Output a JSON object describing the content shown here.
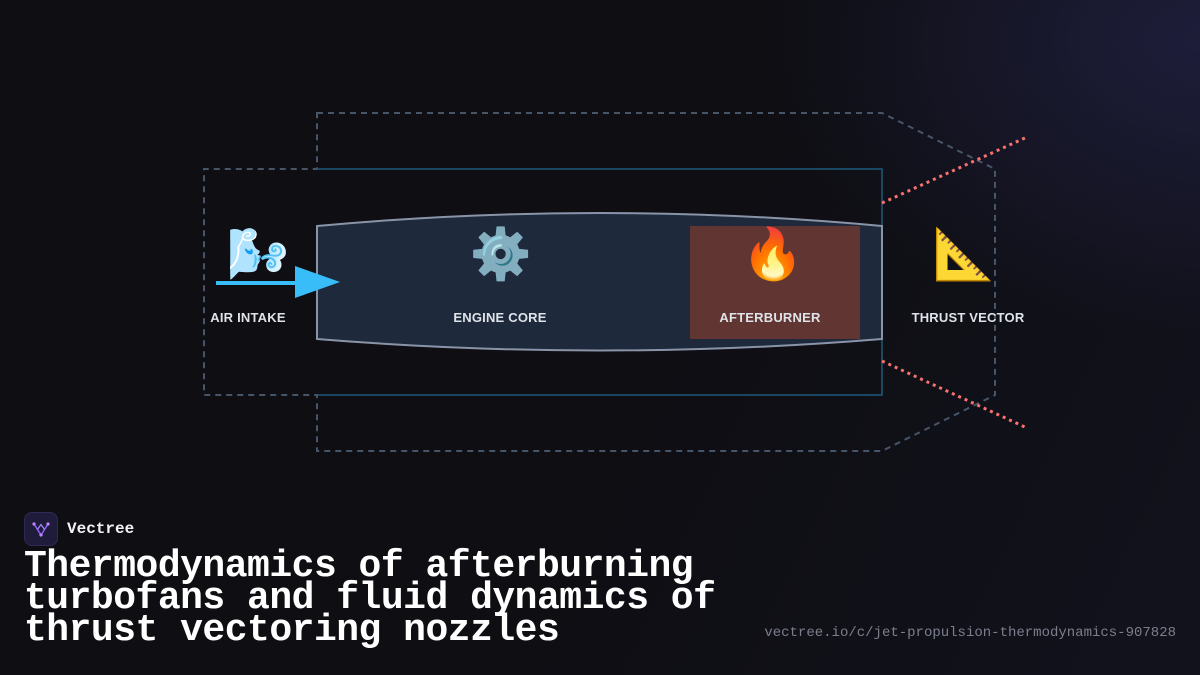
{
  "brand": {
    "name": "Vectree",
    "icon": "vectree-logo-icon",
    "color": "#7c5cff"
  },
  "title": "Thermodynamics of afterburning turbofans and fluid dynamics of thrust vectoring nozzles",
  "url": "vectree.io/c/jet-propulsion-thermodynamics-907828",
  "stages": [
    {
      "label": "AIR INTAKE",
      "icon": "wind-face-icon",
      "glyph": "🌬️"
    },
    {
      "label": "ENGINE CORE",
      "icon": "gear-icon",
      "glyph": "⚙️"
    },
    {
      "label": "AFTERBURNER",
      "icon": "fire-icon",
      "glyph": "🔥"
    },
    {
      "label": "THRUST VECTOR",
      "icon": "triangular-ruler-icon",
      "glyph": "📐"
    }
  ],
  "colors": {
    "flow_arrow": "#38bdf8",
    "vector_lines": "#f87171",
    "engine_body": "#1e293b",
    "afterburner_zone": "#7c3a2e",
    "envelope_dashed": "#475569",
    "core_frame": "#1e5a7a"
  }
}
